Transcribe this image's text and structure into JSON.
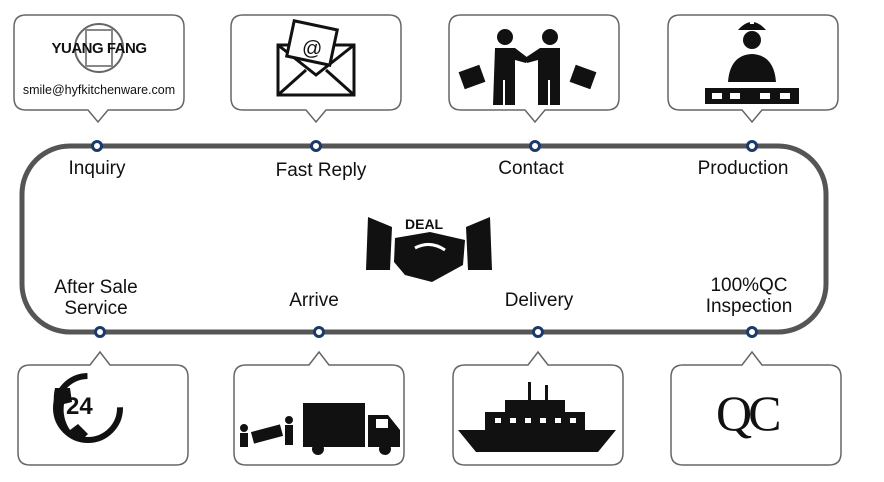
{
  "brand": {
    "logo_text": "YUANG FANG",
    "email": "smile@hyfkitchenware.com"
  },
  "center": {
    "badge": "DEAL"
  },
  "steps_top": [
    {
      "label": "Inquiry",
      "icon": "logo-icon"
    },
    {
      "label": "Fast Reply",
      "icon": "email-envelope-icon"
    },
    {
      "label": "Contact",
      "icon": "business-handshake-icon"
    },
    {
      "label": "Production",
      "icon": "worker-icon"
    }
  ],
  "steps_bottom": [
    {
      "label": "After Sale Service",
      "icon": "phone-24-icon",
      "badge": "24"
    },
    {
      "label": "Arrive",
      "icon": "truck-unloading-icon"
    },
    {
      "label": "Delivery",
      "icon": "ship-icon"
    },
    {
      "label": "100%QC Inspection",
      "icon": "qc-icon",
      "badge": "QC"
    }
  ],
  "colors": {
    "track": "#555555",
    "dot": "#1b3a6b",
    "box_border": "#666666"
  }
}
